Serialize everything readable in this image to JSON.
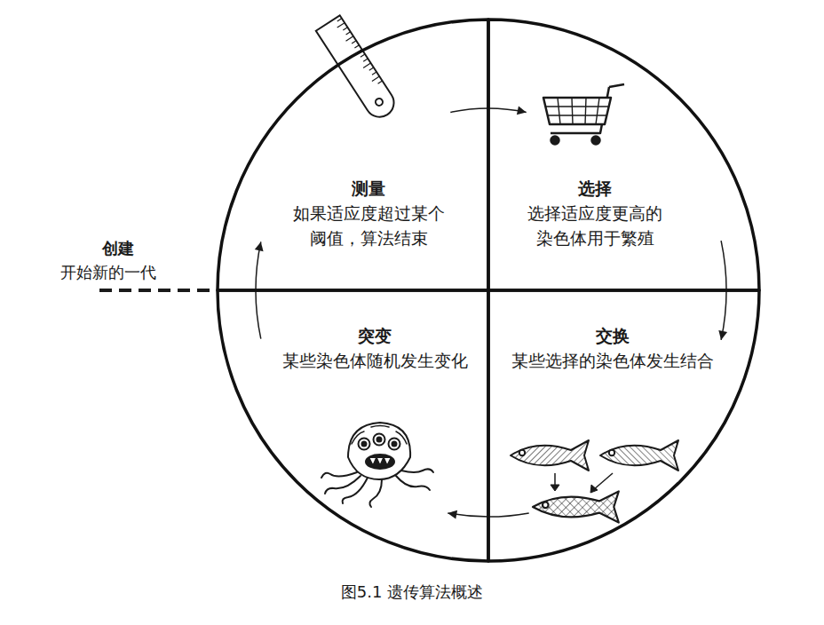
{
  "diagram": {
    "caption": "图5.1 遗传算法概述",
    "nodes": [
      {
        "text": [
          "测量",
          "如果适应度超过某个 阈值，算法结束"
        ]
      },
      {
        "text": [
          "选择",
          "选择适应度更高的 染色体用于繁殖"
        ]
      },
      {
        "text": [
          "交换",
          "某些选择的染色体发生结合"
        ]
      },
      {
        "text": [
          "突变",
          "某些染色体随机发生变化"
        ]
      }
    ],
    "edges": [
      {
        "from": 0,
        "to": 1,
        "arrow": "to"
      },
      {
        "from": 1,
        "to": 2,
        "arrow": "to"
      },
      {
        "from": 2,
        "to": 3,
        "arrow": "to"
      },
      {
        "from": 3,
        "to": 0,
        "arrow": "to"
      }
    ],
    "labels": [
      "创建",
      "开始新的一代"
    ]
  }
}
